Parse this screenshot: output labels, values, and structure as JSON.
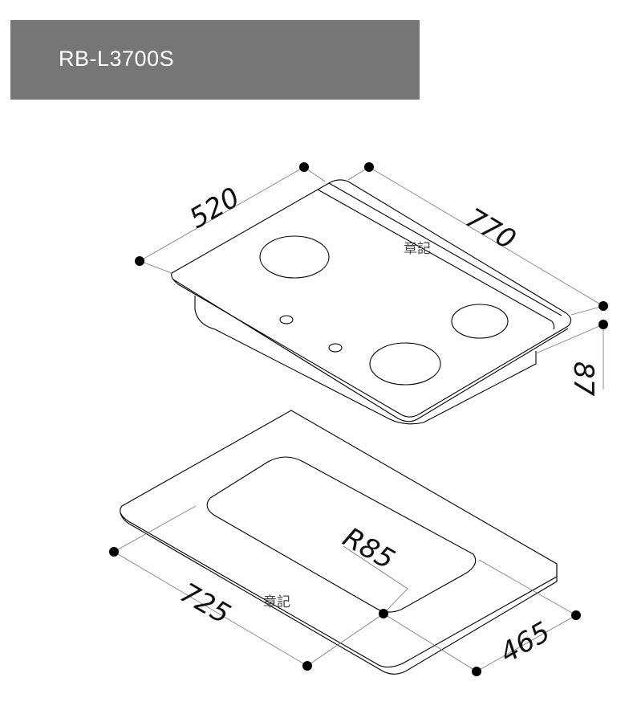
{
  "header": {
    "model": "RB-L3700S",
    "background": "#767676",
    "text_color": "#ffffff"
  },
  "cooktop": {
    "width_label": "770",
    "depth_label": "520",
    "height_label": "87",
    "watermark": "章記"
  },
  "cutout": {
    "width_label": "725",
    "depth_label": "465",
    "radius_label": "R85",
    "watermark": "章記"
  }
}
